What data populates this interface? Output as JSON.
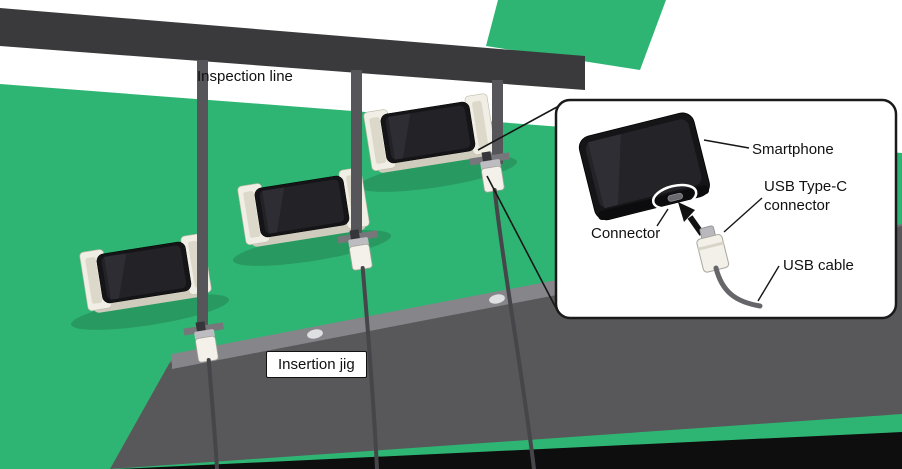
{
  "labels": {
    "inspection_line": "Inspection line",
    "insertion_jig": "Insertion jig"
  },
  "callout": {
    "smartphone": "Smartphone",
    "usb_type_c_line1": "USB Type-C",
    "usb_type_c_line2": "connector",
    "connector": "Connector",
    "usb_cable": "USB cable"
  },
  "colors": {
    "belt_green": "#2fb573",
    "rail_dark": "#3a3a3c",
    "panel_gray": "#58585a",
    "jig_cream": "#e9e6d9",
    "phone_black": "#151518",
    "base_black": "#0e0e0e"
  }
}
